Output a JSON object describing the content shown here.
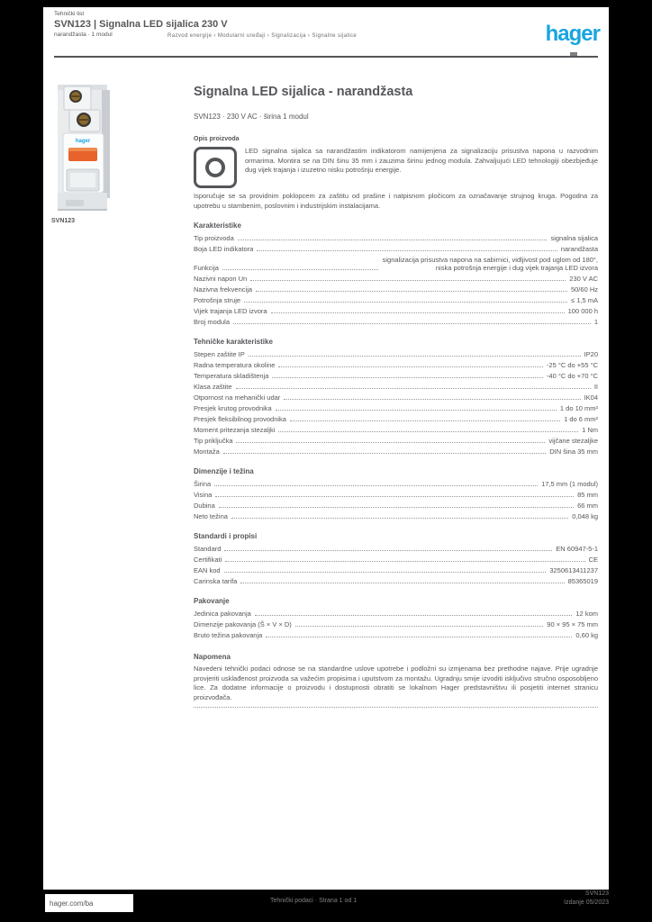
{
  "colors": {
    "accent_blue": "#19A5E0",
    "text_gray": "#55565A",
    "lens_orange": "#E8632C",
    "page_bg": "#FFFFFF",
    "surround": "#000000"
  },
  "header": {
    "eyebrow": "Tehnički list",
    "title": "SVN123 | Signalna LED sijalica 230 V",
    "sub": "narandžasta · 1 modul",
    "breadcrumb": "Razvod energije  ›  Modularni uređaji  ›  Signalizacija  ›  Signalne sijalice",
    "logo_text": "hager"
  },
  "photo_caption": "SVN123",
  "main": {
    "title": "Signalna LED sijalica - narandžasta",
    "subtitle": "SVN123 · 230 V AC · širina 1 modul",
    "eyebrow": "Opis proizvoda",
    "intro_side": "LED signalna sijalica sa narandžastim indikatorom namijenjena za signalizaciju prisustva napona u razvodnim ormarima. Montira se na DIN šinu 35 mm i zauzima širinu jednog modula. Zahvaljujući LED tehnologiji obezbjeđuje dug vijek trajanja i izuzetno nisku potrošnju energije.",
    "intro_full": "Isporučuje se sa providnim poklopcem za zaštitu od prašine i natpisnom pločicom za označavanje strujnog kruga. Pogodna za upotrebu u stambenim, poslovnim i industrijskim instalacijama."
  },
  "spec_sections": [
    {
      "heading": "Karakteristike",
      "rows": [
        {
          "label": "Tip proizvoda",
          "value": "signalna sijalica"
        },
        {
          "label": "Boja LED indikatora",
          "value": "narandžasta"
        },
        {
          "label": "Funkcija",
          "value": "signalizacija prisustva napona na sabirnici, vidljivost pod uglom od 180°, niska potrošnja energije i dug vijek trajanja LED izvora"
        },
        {
          "label": "Nazivni napon Un",
          "value": "230 V AC"
        },
        {
          "label": "Nazivna frekvencija",
          "value": "50/60 Hz"
        },
        {
          "label": "Potrošnja struje",
          "value": "≤ 1,5 mA"
        },
        {
          "label": "Vijek trajanja LED izvora",
          "value": "100 000 h"
        },
        {
          "label": "Broj modula",
          "value": "1"
        }
      ]
    },
    {
      "heading": "Tehničke karakteristike",
      "rows": [
        {
          "label": "Stepen zaštite IP",
          "value": "IP20"
        },
        {
          "label": "Radna temperatura okoline",
          "value": "-25 °C do +55 °C"
        },
        {
          "label": "Temperatura skladištenja",
          "value": "-40 °C do +70 °C"
        },
        {
          "label": "Klasa zaštite",
          "value": "II"
        },
        {
          "label": "Otpornost na mehanički udar",
          "value": "IK04"
        },
        {
          "label": "Presjek krutog provodnika",
          "value": "1 do 10 mm²"
        },
        {
          "label": "Presjek fleksibilnog provodnika",
          "value": "1 do 6 mm²"
        },
        {
          "label": "Moment pritezanja stezaljki",
          "value": "1 Nm"
        },
        {
          "label": "Tip priključka",
          "value": "vijčane stezaljke"
        },
        {
          "label": "Montaža",
          "value": "DIN šina 35 mm"
        }
      ]
    },
    {
      "heading": "Dimenzije i težina",
      "rows": [
        {
          "label": "Širina",
          "value": "17,5 mm (1 modul)"
        },
        {
          "label": "Visina",
          "value": "85 mm"
        },
        {
          "label": "Dubina",
          "value": "66 mm"
        },
        {
          "label": "Neto težina",
          "value": "0,048 kg"
        }
      ]
    },
    {
      "heading": "Standardi i propisi",
      "rows": [
        {
          "label": "Standard",
          "value": "EN 60947-5-1"
        },
        {
          "label": "Certifikati",
          "value": "CE"
        },
        {
          "label": "EAN kod",
          "value": "3250613411237"
        },
        {
          "label": "Carinska tarifa",
          "value": "85365019"
        }
      ]
    },
    {
      "heading": "Pakovanje",
      "rows": [
        {
          "label": "Jedinica pakovanja",
          "value": "12 kom"
        },
        {
          "label": "Dimenzije pakovanja (Š × V × D)",
          "value": "90 × 95 × 75 mm"
        },
        {
          "label": "Bruto težina pakovanja",
          "value": "0,60 kg"
        }
      ]
    }
  ],
  "notes": {
    "heading": "Napomena",
    "text": "Navedeni tehnički podaci odnose se na standardne uslove upotrebe i podložni su izmjenama bez prethodne najave. Prije ugradnje provjeriti usklađenost proizvoda sa važećim propisima i uputstvom za montažu. Ugradnju smije izvoditi isključivo stručno osposobljeno lice. Za dodatne informacije o proizvodu i dostupnosti obratiti se lokalnom Hager predstavništvu ili posjetiti internet stranicu proizvođača."
  },
  "footer": {
    "site": "hager.com/ba",
    "center": "Tehnički podaci · Strana 1 od 1",
    "right_line1": "SVN123",
    "right_line2": "Izdanje 05/2023"
  }
}
